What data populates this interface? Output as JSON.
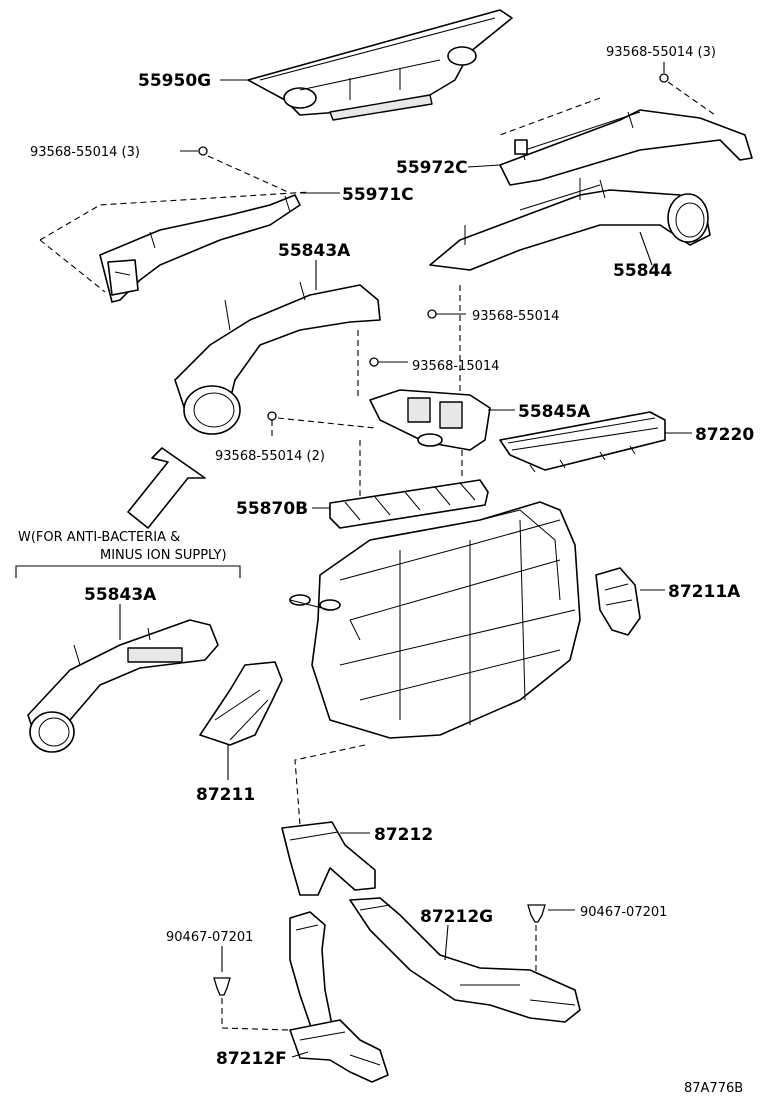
{
  "parts": {
    "p55950G": "55950G",
    "p93568_55014_3_a": "93568-55014 (3)",
    "p93568_55014_3_b": "93568-55014 (3)",
    "p55972C": "55972C",
    "p55971C": "55971C",
    "p55843A_top": "55843A",
    "p55844": "55844",
    "p93568_55014": "93568-55014",
    "p93568_15014": "93568-15014",
    "p55845A": "55845A",
    "p93568_55014_2": "93568-55014 (2)",
    "p87220": "87220",
    "p55870B": "55870B",
    "p55843A_bottom": "55843A",
    "p87211A": "87211A",
    "p87211": "87211",
    "p87212": "87212",
    "p87212G": "87212G",
    "p90467_07201_a": "90467-07201",
    "p90467_07201_b": "90467-07201",
    "p87212F": "87212F"
  },
  "note": {
    "line1": "W(FOR ANTI-BACTERIA &",
    "line2": "MINUS ION SUPPLY)"
  },
  "diagram_code": "87A776B"
}
